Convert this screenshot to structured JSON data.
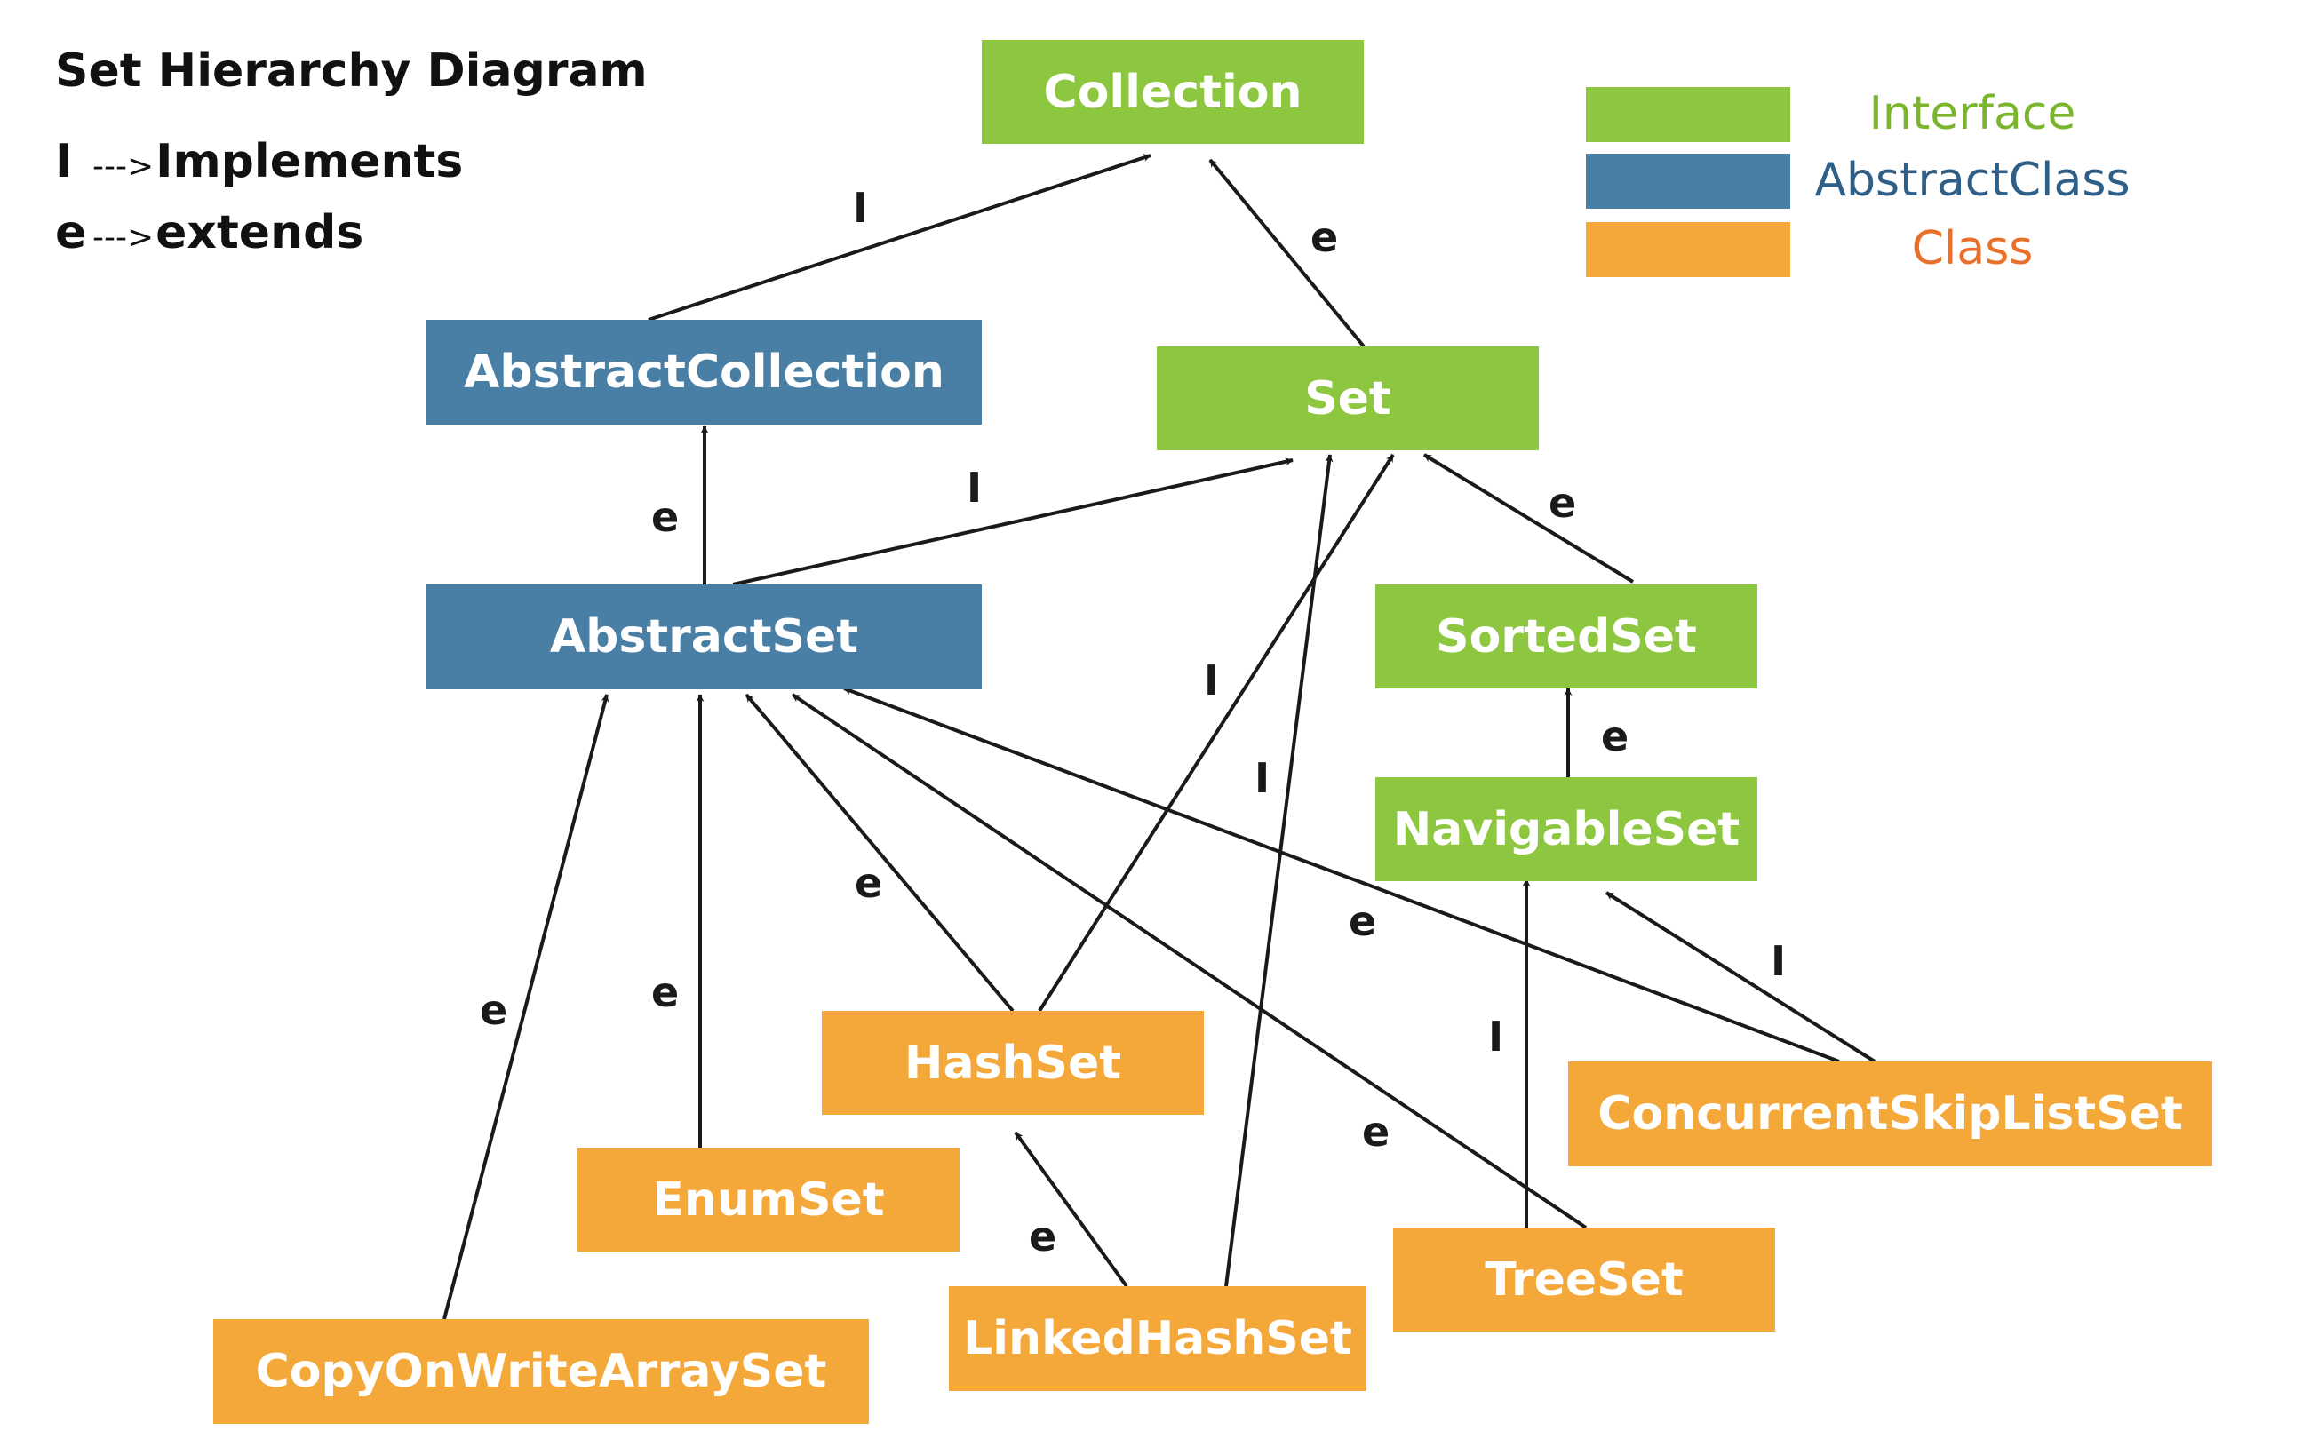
{
  "title": "Set Hierarchy Diagram",
  "key": [
    {
      "letter": "I",
      "arrow": "--->",
      "meaning": "Implements"
    },
    {
      "letter": "e",
      "arrow": "--->",
      "meaning": "extends"
    }
  ],
  "legend": [
    {
      "label": "Interface",
      "color": "#8DC63F",
      "text_color": "#7BB52E"
    },
    {
      "label": "AbstractClass",
      "color": "#4A7FA5",
      "text_color": "#2E5F88"
    },
    {
      "label": "Class",
      "color": "#F4A83A",
      "text_color": "#E8702A"
    }
  ],
  "colors": {
    "interface": "#8DC63F",
    "abstract_class": "#4A7FA5",
    "class": "#F4A83A",
    "edge": "#1a1a1a"
  },
  "nodes": {
    "collection": {
      "label": "Collection",
      "kind": "interface"
    },
    "abstract_collection": {
      "label": "AbstractCollection",
      "kind": "abstract_class"
    },
    "set": {
      "label": "Set",
      "kind": "interface"
    },
    "abstract_set": {
      "label": "AbstractSet",
      "kind": "abstract_class"
    },
    "sorted_set": {
      "label": "SortedSet",
      "kind": "interface"
    },
    "navigable_set": {
      "label": "NavigableSet",
      "kind": "interface"
    },
    "hash_set": {
      "label": "HashSet",
      "kind": "class"
    },
    "enum_set": {
      "label": "EnumSet",
      "kind": "class"
    },
    "copy_on_write_array_set": {
      "label": "CopyOnWriteArraySet",
      "kind": "class"
    },
    "linked_hash_set": {
      "label": "LinkedHashSet",
      "kind": "class"
    },
    "tree_set": {
      "label": "TreeSet",
      "kind": "class"
    },
    "concurrent_skip_list_set": {
      "label": "ConcurrentSkipListSet",
      "kind": "class"
    }
  },
  "edges": [
    {
      "from": "abstract_collection",
      "to": "collection",
      "label": "I"
    },
    {
      "from": "set",
      "to": "collection",
      "label": "e"
    },
    {
      "from": "abstract_set",
      "to": "abstract_collection",
      "label": "e"
    },
    {
      "from": "abstract_set",
      "to": "set",
      "label": "I"
    },
    {
      "from": "sorted_set",
      "to": "set",
      "label": "e"
    },
    {
      "from": "navigable_set",
      "to": "sorted_set",
      "label": "e"
    },
    {
      "from": "hash_set",
      "to": "set",
      "label": "I"
    },
    {
      "from": "linked_hash_set",
      "to": "set",
      "label": "I"
    },
    {
      "from": "copy_on_write_array_set",
      "to": "abstract_set",
      "label": "e"
    },
    {
      "from": "enum_set",
      "to": "abstract_set",
      "label": "e"
    },
    {
      "from": "hash_set",
      "to": "abstract_set",
      "label": "e"
    },
    {
      "from": "tree_set",
      "to": "abstract_set",
      "label": "e"
    },
    {
      "from": "concurrent_skip_list_set",
      "to": "abstract_set",
      "label": "e"
    },
    {
      "from": "tree_set",
      "to": "navigable_set",
      "label": "I"
    },
    {
      "from": "concurrent_skip_list_set",
      "to": "navigable_set",
      "label": "I"
    },
    {
      "from": "linked_hash_set",
      "to": "hash_set",
      "label": "e"
    }
  ]
}
